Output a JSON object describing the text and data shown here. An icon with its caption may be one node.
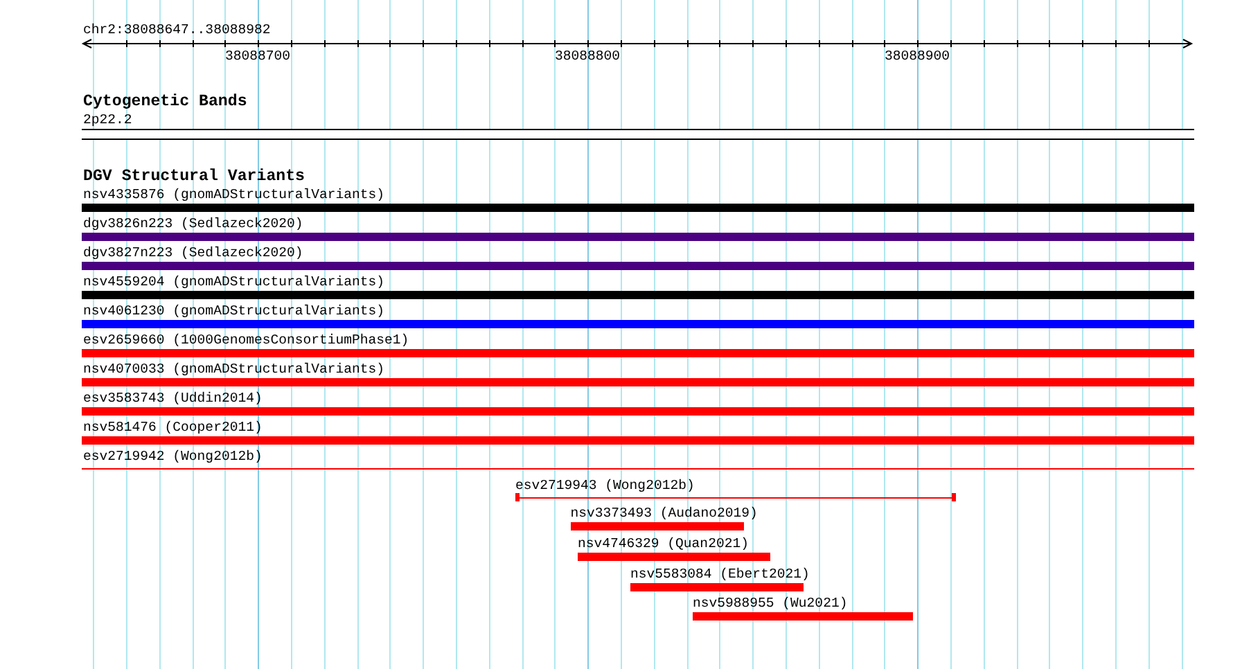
{
  "diagram": {
    "nodes": [
      {
        "text": [
          "2p22.2"
        ]
      },
      {
        "text": [
          "nsv4335876 (gnomADStructuralVariants)"
        ]
      },
      {
        "text": [
          "dgv3826n223 (Sedlazeck2020)"
        ]
      },
      {
        "text": [
          "dgv3827n223 (Sedlazeck2020)"
        ]
      },
      {
        "text": [
          "nsv4559204 (gnomADStructuralVariants)"
        ]
      },
      {
        "text": [
          "nsv4061230 (gnomADStructuralVariants)"
        ]
      },
      {
        "text": [
          "esv2659660 (1000GenomesConsortiumPhase1)"
        ]
      },
      {
        "text": [
          "nsv4070033 (gnomADStructuralVariants)"
        ]
      },
      {
        "text": [
          "esv3583743 (Uddin2014)"
        ]
      },
      {
        "text": [
          "nsv581476 (Cooper2011)"
        ]
      },
      {
        "text": [
          "esv2719942 (Wong2012b)"
        ]
      },
      {
        "text": [
          "esv2719943 (Wong2012b)"
        ]
      },
      {
        "text": [
          "nsv3373493 (Audano2019)"
        ]
      },
      {
        "text": [
          "nsv4746329 (Quan2021)"
        ]
      },
      {
        "text": [
          "nsv5583084 (Ebert2021)"
        ]
      },
      {
        "text": [
          "nsv5988955 (Wu2021)"
        ]
      }
    ],
    "labels": [
      "chr2:38088647..38088982",
      "38088700",
      "38088800",
      "38088900",
      "Cytogenetic Bands",
      "DGV Structural Variants"
    ]
  }
}
